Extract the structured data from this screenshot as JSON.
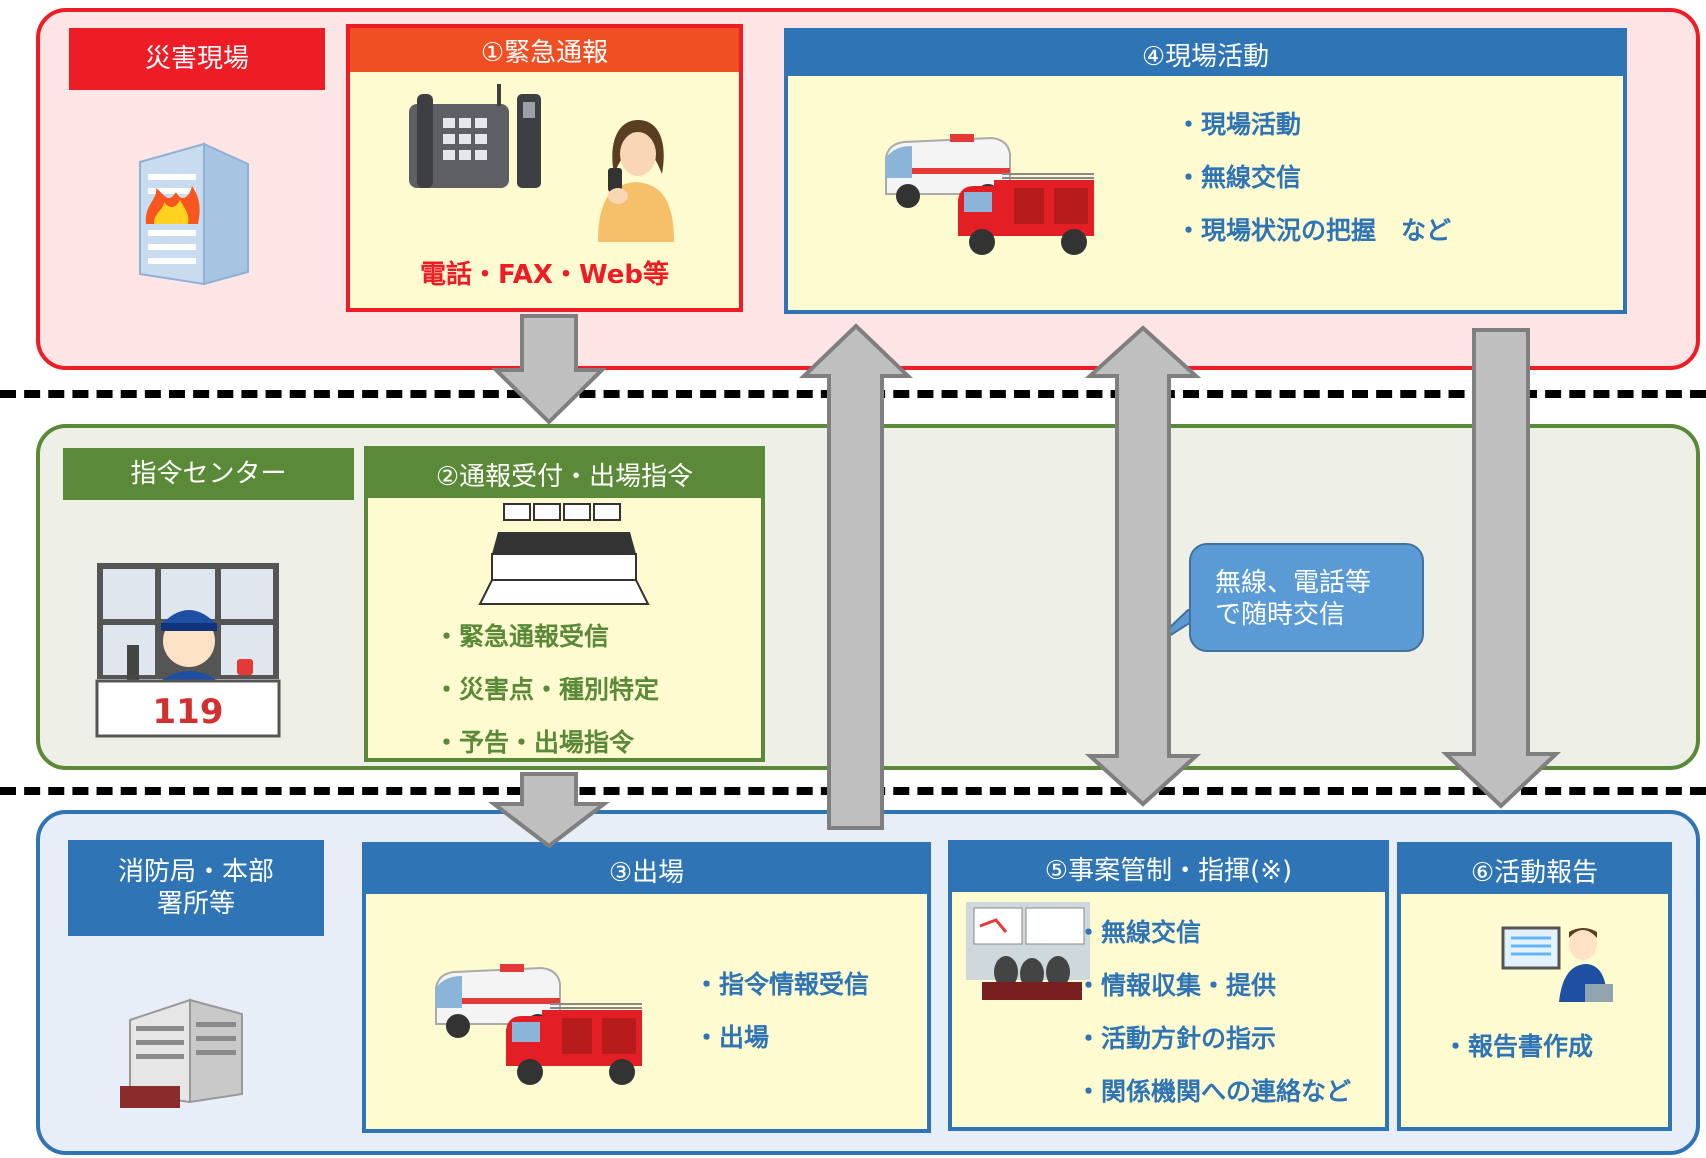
{
  "zone1": {
    "label": "災害現場",
    "panel1": {
      "title": "①緊急通報",
      "caption": "電話・FAX・Web等"
    },
    "panel4": {
      "title": "④現場活動",
      "items": [
        "・現場活動",
        "・無線交信",
        "・現場状況の把握　など"
      ]
    }
  },
  "zone2": {
    "label": "指令センター",
    "panel2": {
      "title": "②通報受付・出場指令",
      "items": [
        "・緊急通報受信",
        "・災害点・種別特定",
        "・予告・出場指令"
      ]
    },
    "callout": {
      "line1": "無線、電話等",
      "line2": "で随時交信"
    },
    "sign_number": "119"
  },
  "zone3": {
    "label_line1": "消防局・本部",
    "label_line2": "署所等",
    "panel3": {
      "title": "③出場",
      "items": [
        "・指令情報受信",
        "・出場"
      ]
    },
    "panel5": {
      "title": "⑤事案管制・指揮(※)",
      "items": [
        "・無線交信",
        "・情報収集・提供",
        "・活動方針の指示",
        "・関係機関への連絡など"
      ]
    },
    "panel6": {
      "title": "⑥活動報告",
      "items": [
        "・報告書作成"
      ]
    }
  },
  "colors": {
    "red": "#ee1c25",
    "red_head": "#f04e23",
    "green": "#5a8a37",
    "blue": "#2f74b5",
    "panel_fill": "#fefbd0",
    "arrow_fill": "#bfbfbf",
    "arrow_stroke": "#7f7f7f",
    "callout_fill": "#5b9bd5"
  },
  "icons": [
    "burning-building-icon",
    "telephone-icon",
    "woman-with-phone-icon",
    "ambulance-icon",
    "fire-truck-icon",
    "dispatcher-icon",
    "console-desk-icon",
    "fire-station-icon",
    "command-room-icon",
    "office-worker-icon"
  ]
}
